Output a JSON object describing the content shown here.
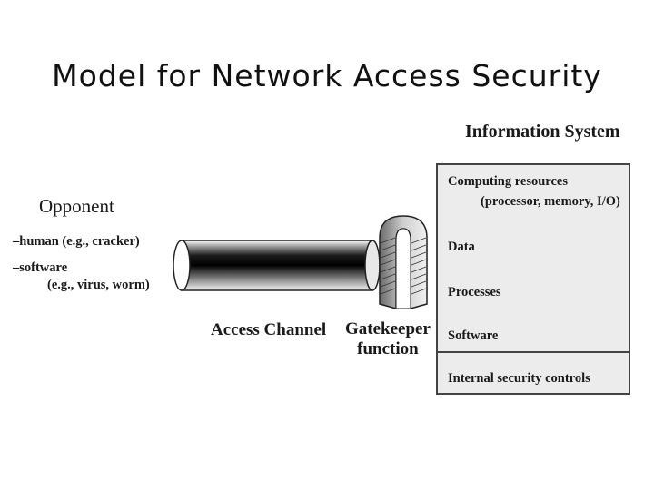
{
  "title": "Model for Network Access Security",
  "opponent": {
    "heading": "Opponent",
    "items": [
      {
        "bullet": "–",
        "text": "human (e.g., cracker)"
      },
      {
        "bullet": "–",
        "text": "software"
      }
    ],
    "software_detail": "(e.g., virus, worm)"
  },
  "access_channel": {
    "label": "Access Channel"
  },
  "gatekeeper": {
    "label_line1": "Gatekeeper",
    "label_line2": "function"
  },
  "information_system": {
    "heading": "Information System",
    "resources": [
      {
        "label": "Computing resources",
        "detail": "(processor, memory, I/O)"
      },
      {
        "label": "Data"
      },
      {
        "label": "Processes"
      },
      {
        "label": "Software"
      }
    ],
    "controls": "Internal security controls"
  }
}
